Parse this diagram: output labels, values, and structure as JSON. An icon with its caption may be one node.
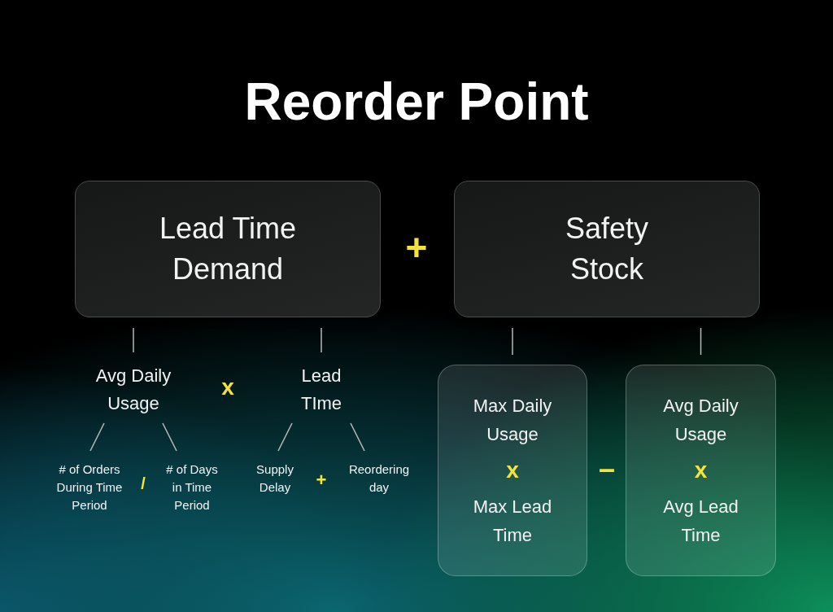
{
  "diagram": {
    "title": "Reorder Point",
    "nodes": [
      {
        "text": [
          "Lead Time Demand"
        ]
      },
      {
        "text": [
          "Safety Stock"
        ]
      },
      {
        "text": [
          "Avg Daily Usage"
        ]
      },
      {
        "text": [
          "Lead TIme"
        ]
      },
      {
        "text": [
          "# of Orders During Time Period"
        ]
      },
      {
        "text": [
          "# of Days in Time Period"
        ]
      },
      {
        "text": [
          "Supply Delay"
        ]
      },
      {
        "text": [
          "Reordering day"
        ]
      },
      {
        "text": [
          "Max Daily Usage",
          "x",
          "Max Lead Time"
        ]
      },
      {
        "text": [
          "Avg Daily Usage",
          "x",
          "Avg Lead Time"
        ]
      }
    ],
    "edges": [
      {
        "from": 0,
        "to": 2,
        "arrow": "none"
      },
      {
        "from": 0,
        "to": 3,
        "arrow": "none"
      },
      {
        "from": 1,
        "to": 8,
        "arrow": "none"
      },
      {
        "from": 1,
        "to": 9,
        "arrow": "none"
      },
      {
        "from": 2,
        "to": 4,
        "arrow": "none"
      },
      {
        "from": 2,
        "to": 5,
        "arrow": "none"
      },
      {
        "from": 3,
        "to": 6,
        "arrow": "none"
      },
      {
        "from": 3,
        "to": 7,
        "arrow": "none"
      }
    ],
    "labels": [
      "+",
      "x",
      "/",
      "+",
      "–"
    ]
  }
}
